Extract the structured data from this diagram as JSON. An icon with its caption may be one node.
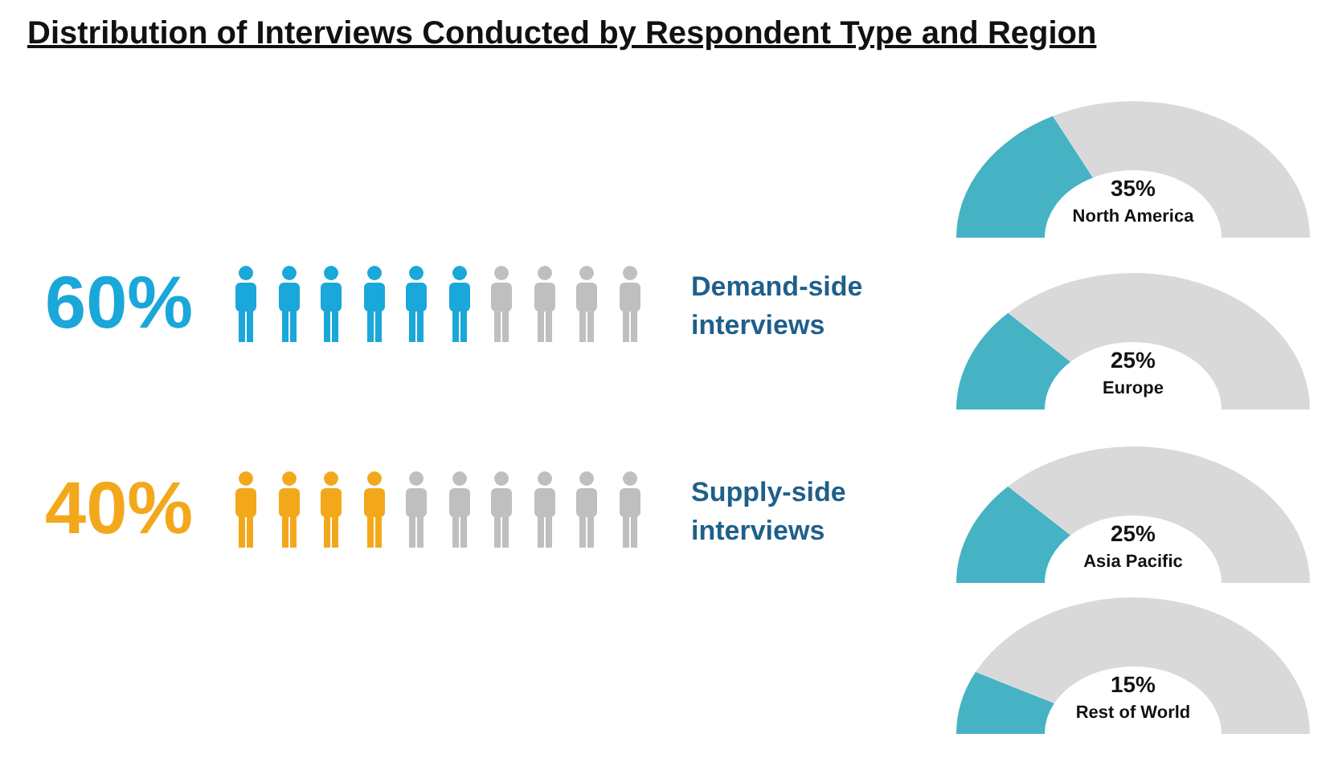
{
  "diagram": {
    "title": "Distribution of Interviews Conducted by Respondent Type and Region",
    "labels": [
      "60%",
      "Demand-side interviews",
      "40%",
      "Supply-side interviews",
      "35%",
      "North America",
      "25%",
      "Europe",
      "25%",
      "Asia Pacific",
      "15%",
      "Rest of World"
    ]
  }
}
